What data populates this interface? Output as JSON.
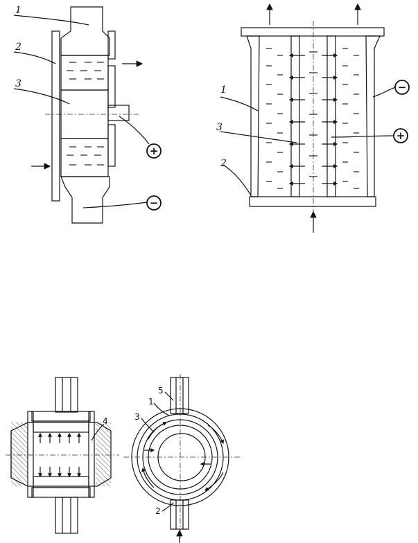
{
  "figure_a": {
    "labels": [
      "1",
      "2",
      "3"
    ],
    "plus_sign": "+",
    "minus_sign": "−"
  },
  "figure_b": {
    "labels": [
      "1",
      "3",
      "2"
    ],
    "minus_sign": "−",
    "plus_sign": "+"
  },
  "figure_c": {
    "label": "4"
  },
  "figure_d": {
    "labels": [
      "5",
      "1",
      "3",
      "2"
    ]
  }
}
